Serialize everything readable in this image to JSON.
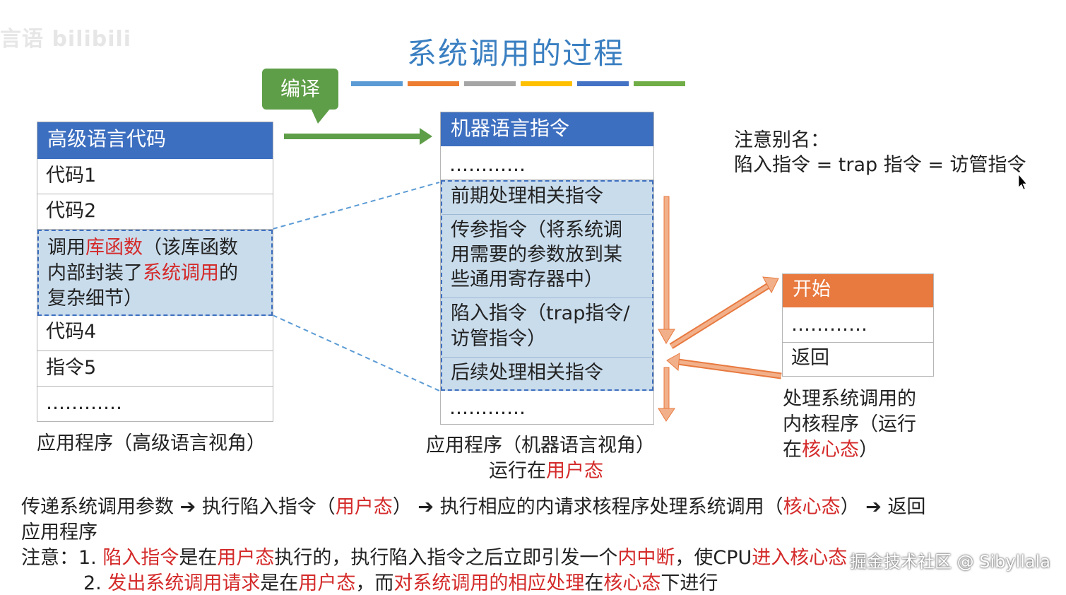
{
  "title": "系统调用的过程",
  "watermark_top_left": "言语 bilibili",
  "compile_bubble": "编译",
  "colors": {
    "blue": "#5b9bd5",
    "orange": "#ed7d31",
    "gray": "#a5a5a5",
    "yellow": "#ffc000",
    "darkblue": "#4472c4",
    "green": "#70ad47"
  },
  "left_table": {
    "header": "高级语言代码",
    "row1": "代码1",
    "row2": "代码2",
    "call_line1_a": "调用",
    "call_line1_red": "库函数",
    "call_line1_b": "（该库函数",
    "call_line2_a": "内部封装了",
    "call_line2_red": "系统调用",
    "call_line2_b": "的",
    "call_line3": "复杂细节）",
    "row4": "代码4",
    "row5": "指令5",
    "row6": "…………",
    "caption": "应用程序（高级语言视角）"
  },
  "mid_table": {
    "header": "机器语言指令",
    "row_dots_top": "…………",
    "pre": "前期处理相关指令",
    "param1": "传参指令（将系统调",
    "param2": "用需要的参数放到某",
    "param3": "些通用寄存器中）",
    "trap1": "陷入指令（trap指令/",
    "trap2": "访管指令）",
    "post": "后续处理相关指令",
    "row_dots_bottom": "…………",
    "caption_line1": "应用程序（机器语言视角）",
    "caption_line2_a": "运行在",
    "caption_line2_red": "用户态"
  },
  "alias_note": {
    "line1": "注意别名：",
    "line2": "陷入指令 = trap 指令 = 访管指令"
  },
  "kernel_box": {
    "header": "开始",
    "row_dots": "…………",
    "row_return": "返回",
    "caption1": "处理系统调用的",
    "caption2": "内核程序（运行",
    "caption3_a": "在",
    "caption3_red": "核心态",
    "caption3_b": "）"
  },
  "flow": {
    "s1": "传递系统调用参数",
    "s2": "执行陷入指令（",
    "s2_red": "用户态",
    "s2_end": "）",
    "s3": "执行相应的内请求核程序处理系统调用（",
    "s3_red": "核心态",
    "s3_end": "）",
    "s4": "返回",
    "s4_line2": "应用程序"
  },
  "notes": {
    "label": "注意：",
    "n1_num": "1.",
    "n1_red1": "陷入指令",
    "n1_t1": "是在",
    "n1_red2": "用户态",
    "n1_t2": "执行的，执行陷入指令之后立即引发一个",
    "n1_red3": "内中断",
    "n1_t3": "，使CPU",
    "n1_red4": "进入核心态",
    "n2_num": "2.",
    "n2_red1": "发出系统调用请求",
    "n2_t1": "是在",
    "n2_red2": "用户态",
    "n2_t2": "，而",
    "n2_red3": "对系统调用的相应处理",
    "n2_t3": "在",
    "n2_red4": "核心态",
    "n2_t4": "下进行"
  },
  "watermark_bottom_right": "掘金技术社区 @ Sibyllala"
}
